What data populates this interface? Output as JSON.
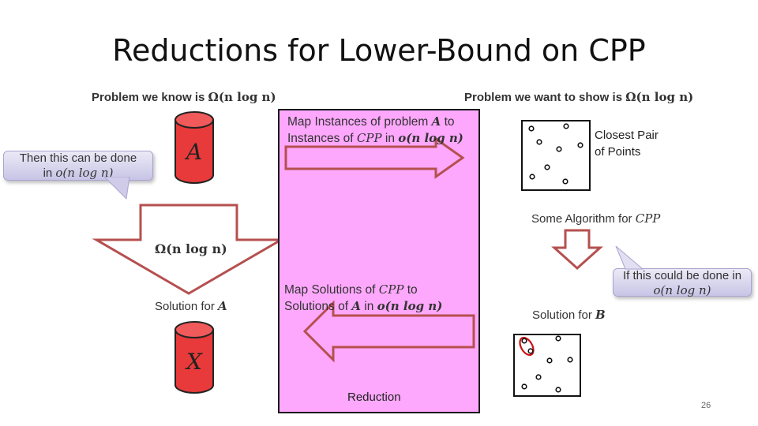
{
  "title": "Reductions for Lower-Bound on CPP",
  "header_left": {
    "prefix": "Problem we know is ",
    "math": "Ω(n log n)"
  },
  "header_right": {
    "prefix": "Problem we want to show is ",
    "math": "Ω(n log n)"
  },
  "cylinder_top_label": "A",
  "cylinder_bottom_label": "X",
  "callout_left": {
    "line1": "Then this can be done",
    "line2_prefix": "in ",
    "line2_math": "o(n log n)"
  },
  "callout_right": {
    "line1": "If this could be done in",
    "line2_math": "o(n log n)"
  },
  "big_arrow_label": "Ω(n log n)",
  "solution_a": {
    "prefix": "Solution for ",
    "math": "A"
  },
  "solution_b": {
    "prefix": "Solution for ",
    "math": "B"
  },
  "map_instances": {
    "line1_prefix": "Map Instances of problem ",
    "line1_math": "A",
    "line1_suffix": " to",
    "line2_prefix": "Instances of ",
    "line2_math1": "CPP",
    "line2_mid": " in ",
    "line2_math2": "o(n log n)"
  },
  "map_solutions": {
    "line1_prefix": "Map Solutions of ",
    "line1_math": "CPP",
    "line1_suffix": " to",
    "line2_prefix": "Solutions of ",
    "line2_math1": "A",
    "line2_mid": " in ",
    "line2_math2": "o(n log n)"
  },
  "closest_pair_label": {
    "line1": "Closest Pair",
    "line2": "of Points"
  },
  "some_algorithm": {
    "prefix": "Some Algorithm for ",
    "math": "CPP"
  },
  "reduction_label": "Reduction",
  "page_number": "26",
  "colors": {
    "reduction_box": "#fda8fc",
    "arrow_outline": "#b5504f",
    "cylinder_fill": "#e83a3a",
    "callout_fill": "#dcd8ef",
    "highlight_ellipse": "#cc1111"
  },
  "icons": [
    "cylinder-icon",
    "block-arrow-icon",
    "callout-icon",
    "point-marker-icon"
  ]
}
